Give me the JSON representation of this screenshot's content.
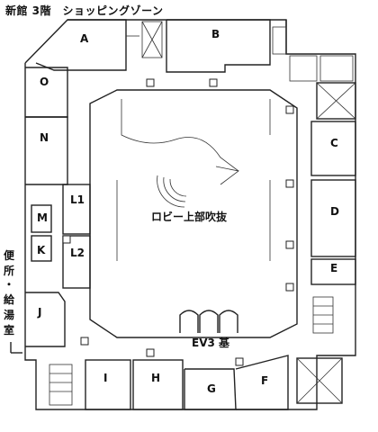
{
  "header": {
    "title": "新館 3階　ショッピングゾーン"
  },
  "units": {
    "A": "A",
    "B": "B",
    "C": "C",
    "D": "D",
    "E": "E",
    "F": "F",
    "G": "G",
    "H": "H",
    "I": "I",
    "J": "J",
    "K": "K",
    "L1": "L1",
    "L2": "L2",
    "M": "M",
    "N": "N",
    "O": "O"
  },
  "labels": {
    "lobby": "ロビー上部吹抜",
    "elevator": "EV3 基",
    "restroom": [
      "便",
      "所",
      "・",
      "給",
      "湯",
      "室"
    ]
  }
}
